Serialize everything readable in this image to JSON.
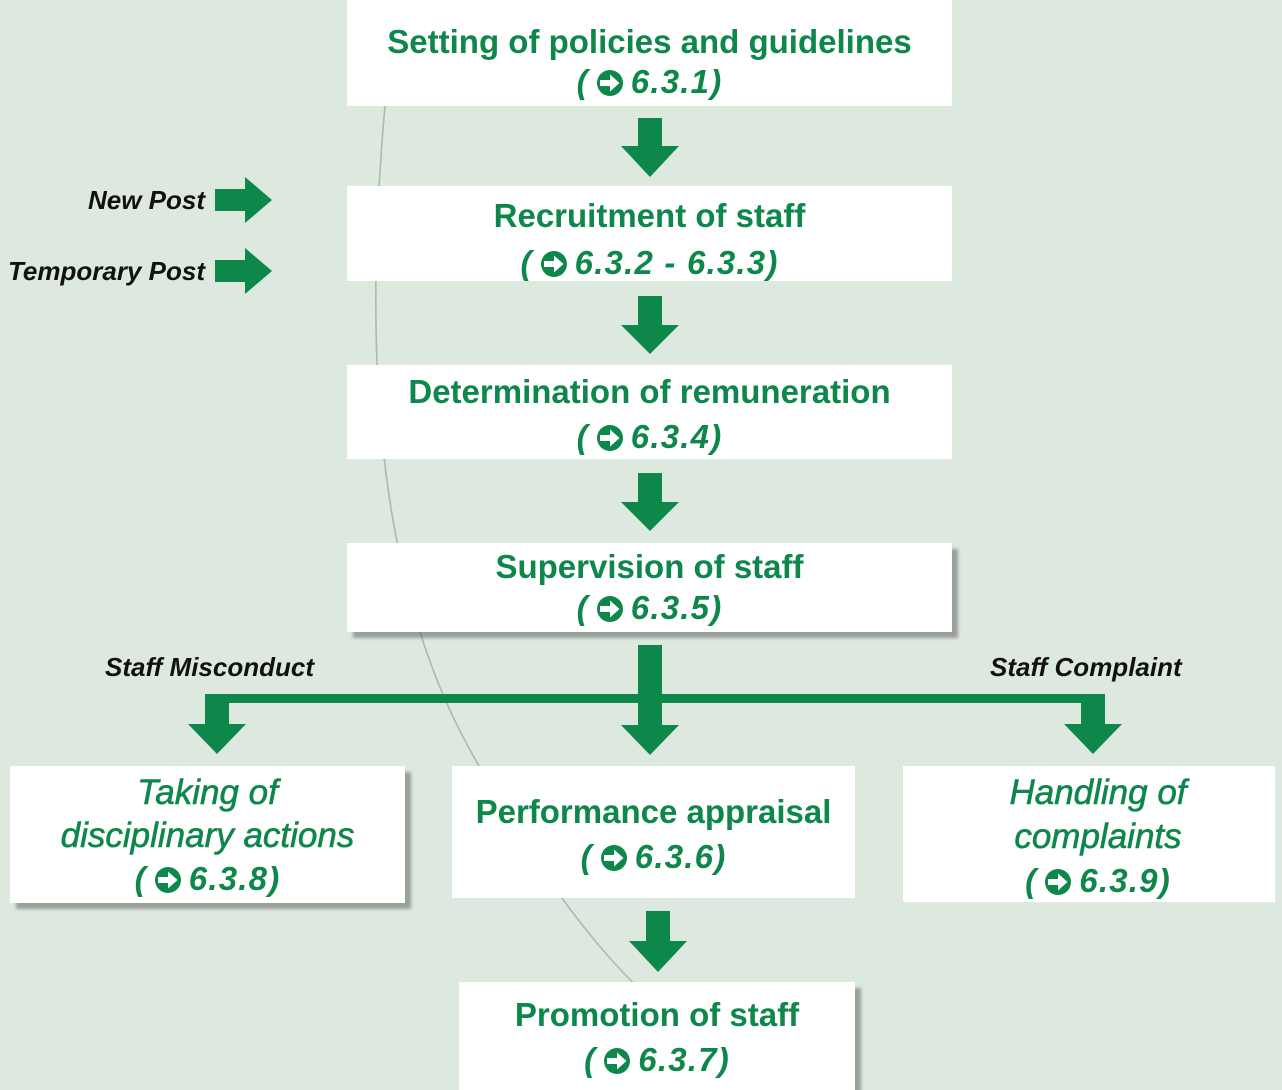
{
  "colors": {
    "accent": "#0e874b",
    "background": "#dde8de",
    "box_fill": "#ffffff",
    "label_text": "#111111",
    "arc": "#a7bcae"
  },
  "icons": {
    "reference_marker": "circle-arrow-right-icon",
    "flow_connector": "arrow-icon"
  },
  "reference": {
    "open": "(",
    "close": ")"
  },
  "boxes": {
    "policies": {
      "title": [
        "Setting of policies and guidelines"
      ],
      "ref": "6.3.1"
    },
    "recruitment": {
      "title": [
        "Recruitment of staff"
      ],
      "ref": "6.3.2 - 6.3.3"
    },
    "remuneration": {
      "title": [
        "Determination of remuneration"
      ],
      "ref": "6.3.4"
    },
    "supervision": {
      "title": [
        "Supervision of staff"
      ],
      "ref": "6.3.5"
    },
    "discipline": {
      "title": [
        "Taking of",
        "disciplinary actions"
      ],
      "ref": "6.3.8"
    },
    "appraisal": {
      "title": [
        "Performance appraisal"
      ],
      "ref": "6.3.6"
    },
    "complaints": {
      "title": [
        "Handling of",
        "complaints"
      ],
      "ref": "6.3.9"
    },
    "promotion": {
      "title": [
        "Promotion of staff"
      ],
      "ref": "6.3.7"
    }
  },
  "side_inputs": {
    "new_post": "New Post",
    "temporary_post": "Temporary Post"
  },
  "branch_labels": {
    "misconduct": "Staff Misconduct",
    "complaint": "Staff Complaint"
  }
}
